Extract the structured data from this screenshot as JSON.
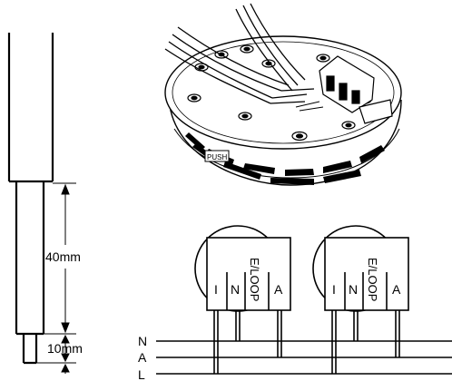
{
  "cable_strip": {
    "dim_long": "40mm",
    "dim_short": "10mm"
  },
  "base_unit": {
    "embossed_label": "PUSH"
  },
  "wiring": {
    "terminals": [
      {
        "terminal_left": "I",
        "terminal_n": "N",
        "terminal_loop": "E/LOOP",
        "terminal_a": "A"
      },
      {
        "terminal_left": "I",
        "terminal_n": "N",
        "terminal_loop": "E/LOOP",
        "terminal_a": "A"
      }
    ],
    "bus_labels": [
      "N",
      "A",
      "L"
    ]
  }
}
